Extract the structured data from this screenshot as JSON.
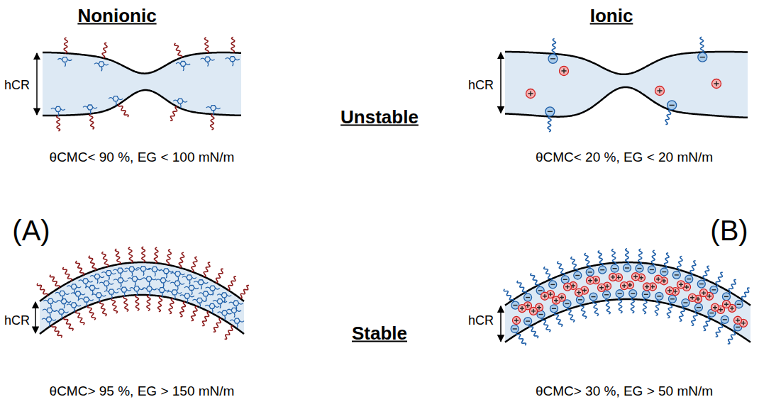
{
  "diagram": {
    "labels": [
      "Nonionic",
      "Ionic",
      "hCR",
      "Unstable",
      "hCR",
      "θCMC< 90 %, EG < 100 mN/m",
      "θCMC< 20 %, EG < 20 mN/m",
      "(A)",
      "(B)",
      "hCR",
      "Stable",
      "hCR",
      "θCMC> 95 %, EG > 150 mN/m",
      "θCMC> 30 %, EG > 50 mN/m"
    ]
  }
}
